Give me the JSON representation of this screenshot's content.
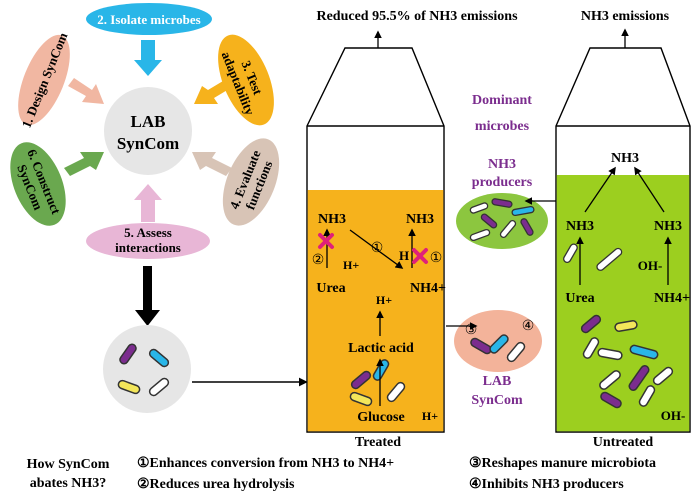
{
  "center": {
    "line1": "LAB",
    "line2": "SynCom"
  },
  "steps": {
    "s1": "1. Design SynCom",
    "s2": "2. Isolate microbes",
    "s3a": "3. Test",
    "s3b": "adaptability",
    "s4a": "4. Evaluate",
    "s4b": "functions",
    "s5a": "5. Assess",
    "s5b": "interactions",
    "s6a": "6. Construct",
    "s6b": "SynCom"
  },
  "treated": {
    "top": "Reduced 95.5% of NH3 emissions",
    "label": "Treated",
    "nh3_left": "NH3",
    "nh3_right": "NH3",
    "urea": "Urea",
    "nh4": "NH4+",
    "hplus1": "H+",
    "h": "H",
    "hplus2": "H+",
    "lactic": "Lactic acid",
    "glucose": "Glucose",
    "hplus3": "H+",
    "n1a": "①",
    "n1b": "①",
    "n2": "②"
  },
  "middle": {
    "dominant1": "Dominant",
    "dominant2": "microbes",
    "prod1": "NH3",
    "prod2": "producers",
    "lab1": "LAB",
    "lab2": "SynCom",
    "c3": "③",
    "c4": "④"
  },
  "untreated": {
    "top": "NH3 emissions",
    "label": "Untreated",
    "nh3_top": "NH3",
    "nh3_left": "NH3",
    "nh3_right": "NH3",
    "urea": "Urea",
    "nh4": "NH4+",
    "oh1": "OH-",
    "oh2": "OH-"
  },
  "legend": {
    "q1": "How SynCom",
    "q2": "abates NH3?",
    "m1": "①Enhances conversion from NH3 to NH4+",
    "m2": "②Reduces urea hydrolysis",
    "m3": "③Reshapes manure microbiota",
    "m4": "④Inhibits NH3 producers"
  },
  "colors": {
    "blue": "#29b6e8",
    "orange": "#f6b21c",
    "tan": "#d8c4b6",
    "pink": "#e8b6d6",
    "green": "#6aa84f",
    "salmon": "#f1b7a2",
    "gray": "#e6e6e6",
    "treated_fill": "#f6b21c",
    "untreated_fill": "#9ccf1f",
    "producers_fill": "#8cc63f",
    "labsyn_fill": "#f3b39a",
    "accent_purple": "#7b2d8e",
    "red_x": "#e0207a"
  }
}
